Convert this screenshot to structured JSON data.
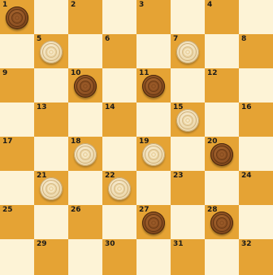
{
  "board": {
    "rows": 8,
    "cols": 8,
    "colors": {
      "light_square": "#fdf3d6",
      "dark_square": "#e5a334"
    },
    "squares": [
      {
        "num": "1",
        "piece": "dark"
      },
      {
        "num": "2",
        "piece": null
      },
      {
        "num": "3",
        "piece": null
      },
      {
        "num": "4",
        "piece": null
      },
      {
        "num": "5",
        "piece": "light"
      },
      {
        "num": "6",
        "piece": null
      },
      {
        "num": "7",
        "piece": "light"
      },
      {
        "num": "8",
        "piece": null
      },
      {
        "num": "9",
        "piece": null
      },
      {
        "num": "10",
        "piece": "dark"
      },
      {
        "num": "11",
        "piece": "dark"
      },
      {
        "num": "12",
        "piece": null
      },
      {
        "num": "13",
        "piece": null
      },
      {
        "num": "14",
        "piece": null
      },
      {
        "num": "15",
        "piece": "light"
      },
      {
        "num": "16",
        "piece": null
      },
      {
        "num": "17",
        "piece": null
      },
      {
        "num": "18",
        "piece": "light"
      },
      {
        "num": "19",
        "piece": "light"
      },
      {
        "num": "20",
        "piece": "dark"
      },
      {
        "num": "21",
        "piece": "light"
      },
      {
        "num": "22",
        "piece": "light"
      },
      {
        "num": "23",
        "piece": null
      },
      {
        "num": "24",
        "piece": null
      },
      {
        "num": "25",
        "piece": null
      },
      {
        "num": "26",
        "piece": null
      },
      {
        "num": "27",
        "piece": "dark"
      },
      {
        "num": "28",
        "piece": "dark"
      },
      {
        "num": "29",
        "piece": null
      },
      {
        "num": "30",
        "piece": null
      },
      {
        "num": "31",
        "piece": null
      },
      {
        "num": "32",
        "piece": null
      }
    ]
  },
  "pieces": {
    "dark": {
      "icon": "dark-checker-piece-icon"
    },
    "light": {
      "icon": "light-checker-piece-icon"
    }
  }
}
